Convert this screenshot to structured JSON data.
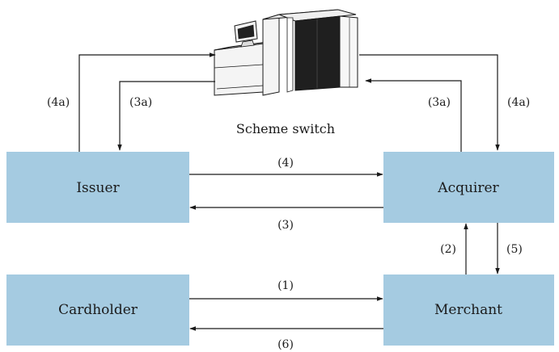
{
  "colors": {
    "box_fill": "#a5cbe1",
    "line": "#1a1a1a",
    "server_dark": "#1f1f1f",
    "server_light": "#f4f4f4"
  },
  "nodes": {
    "issuer": "Issuer",
    "acquirer": "Acquirer",
    "cardholder": "Cardholder",
    "merchant": "Merchant",
    "scheme_switch": "Scheme switch"
  },
  "scheme_switch_icon": "mainframe-server-icon",
  "steps": {
    "s1": "(1)",
    "s2": "(2)",
    "s3": "(3)",
    "s4": "(4)",
    "s5": "(5)",
    "s6": "(6)",
    "s3a_left": "(3a)",
    "s4a_left": "(4a)",
    "s3a_right": "(3a)",
    "s4a_right": "(4a)"
  }
}
